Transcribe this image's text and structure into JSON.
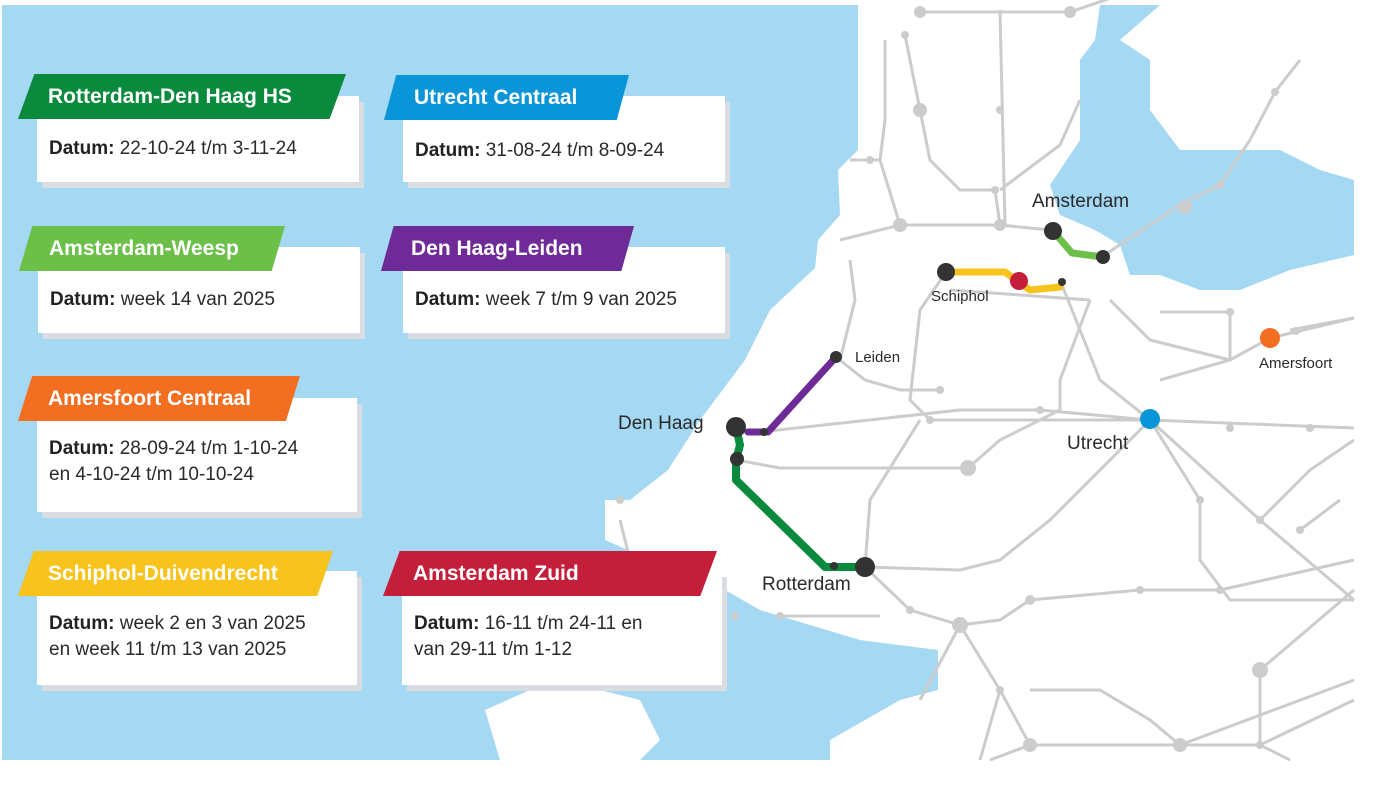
{
  "colors": {
    "sea": "#a5d8f3",
    "land": "#ffffff",
    "rail": "#cccccc",
    "green": "#0a8a3c",
    "blue": "#0a95d9",
    "light_green": "#6cc04a",
    "purple": "#6e2b97",
    "orange": "#f26f22",
    "yellow": "#f7c31c",
    "red": "#c41f3a",
    "station": "#333333"
  },
  "projects": [
    {
      "title": "Rotterdam-Den Haag HS",
      "color": "#0a8a3c",
      "date_label": "Datum:",
      "date": " 22-10-24 t/m 3-11-24"
    },
    {
      "title": "Utrecht Centraal",
      "color": "#0a95d9",
      "date_label": "Datum:",
      "date": " 31-08-24 t/m 8-09-24"
    },
    {
      "title": "Amsterdam-Weesp",
      "color": "#6cc04a",
      "date_label": "Datum:",
      "date": " week 14 van 2025"
    },
    {
      "title": "Den Haag-Leiden",
      "color": "#6e2b97",
      "date_label": "Datum:",
      "date": " week 7 t/m 9 van 2025"
    },
    {
      "title": "Amersfoort Centraal",
      "color": "#f26f22",
      "date_label": "Datum:",
      "date": " 28-09-24 t/m 1-10-24\nen 4-10-24 t/m 10-10-24"
    },
    {
      "title": "Schiphol-Duivendrecht",
      "color": "#f7c31c",
      "date_label": "Datum:",
      "date": " week 2 en 3 van 2025\nen week 11 t/m 13  van 2025"
    },
    {
      "title": "Amsterdam Zuid",
      "color": "#c41f3a",
      "date_label": "Datum:",
      "date": " 16-11 t/m 24-11 en\nvan 29-11 t/m 1-12"
    }
  ],
  "stations": {
    "amsterdam": "Amsterdam",
    "schiphol": "Schiphol",
    "leiden": "Leiden",
    "den_haag": "Den Haag",
    "utrecht": "Utrecht",
    "amersfoort": "Amersfoort",
    "rotterdam": "Rotterdam"
  }
}
